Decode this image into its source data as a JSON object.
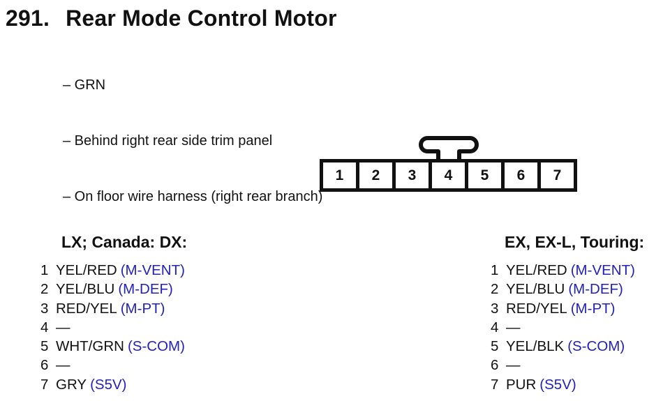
{
  "page": {
    "title_number": "291.",
    "title_text": "Rear Mode Control Motor",
    "notes": [
      "– GRN",
      "– Behind right rear side trim panel",
      "– On floor wire harness (right rear branch)"
    ]
  },
  "connector": {
    "pins": [
      "1",
      "2",
      "3",
      "4",
      "5",
      "6",
      "7"
    ]
  },
  "columns": [
    {
      "header": "LX; Canada: DX:",
      "rows": [
        {
          "pin": "1",
          "wire": "YEL/RED",
          "signal": "(M-VENT)"
        },
        {
          "pin": "2",
          "wire": "YEL/BLU",
          "signal": "(M-DEF)"
        },
        {
          "pin": "3",
          "wire": "RED/YEL",
          "signal": "(M-PT)"
        },
        {
          "pin": "4",
          "wire": "—",
          "signal": ""
        },
        {
          "pin": "5",
          "wire": "WHT/GRN",
          "signal": "(S-COM)"
        },
        {
          "pin": "6",
          "wire": "—",
          "signal": ""
        },
        {
          "pin": "7",
          "wire": "GRY",
          "signal": "(S5V)"
        }
      ]
    },
    {
      "header": "EX, EX-L, Touring:",
      "rows": [
        {
          "pin": "1",
          "wire": "YEL/RED",
          "signal": "(M-VENT)"
        },
        {
          "pin": "2",
          "wire": "YEL/BLU",
          "signal": "(M-DEF)"
        },
        {
          "pin": "3",
          "wire": "RED/YEL",
          "signal": "(M-PT)"
        },
        {
          "pin": "4",
          "wire": "—",
          "signal": ""
        },
        {
          "pin": "5",
          "wire": "YEL/BLK",
          "signal": "(S-COM)"
        },
        {
          "pin": "6",
          "wire": "—",
          "signal": ""
        },
        {
          "pin": "7",
          "wire": "PUR",
          "signal": "(S5V)"
        }
      ]
    }
  ],
  "colors": {
    "signal_blue": "#2121bc",
    "ink": "#111111"
  }
}
